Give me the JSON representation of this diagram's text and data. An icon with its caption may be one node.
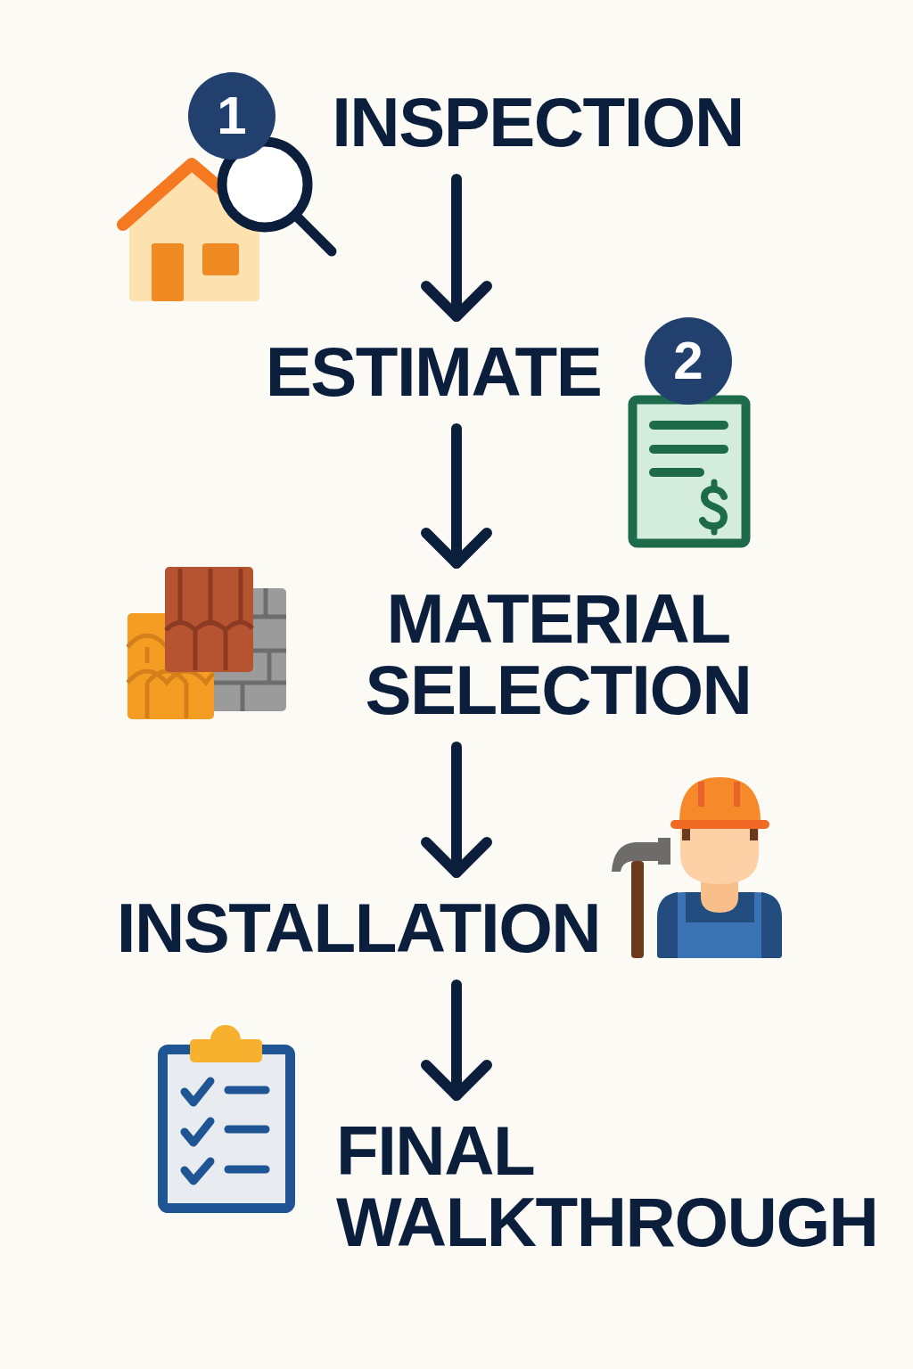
{
  "diagram": {
    "nodes": [
      {
        "text": [
          "INSPECTION"
        ]
      },
      {
        "text": [
          "ESTIMATE"
        ]
      },
      {
        "text": [
          "MATERIAL SELECTION"
        ]
      },
      {
        "text": [
          "INSTALLATION"
        ]
      },
      {
        "text": [
          "FINAL WALKTHROUGH"
        ]
      }
    ],
    "edges": [
      {
        "from": 0,
        "to": 1,
        "arrow": "to"
      },
      {
        "from": 1,
        "to": 2,
        "arrow": "to"
      },
      {
        "from": 2,
        "to": 3,
        "arrow": "to"
      },
      {
        "from": 3,
        "to": 4,
        "arrow": "to"
      }
    ],
    "labels": [
      "1",
      "2"
    ]
  }
}
